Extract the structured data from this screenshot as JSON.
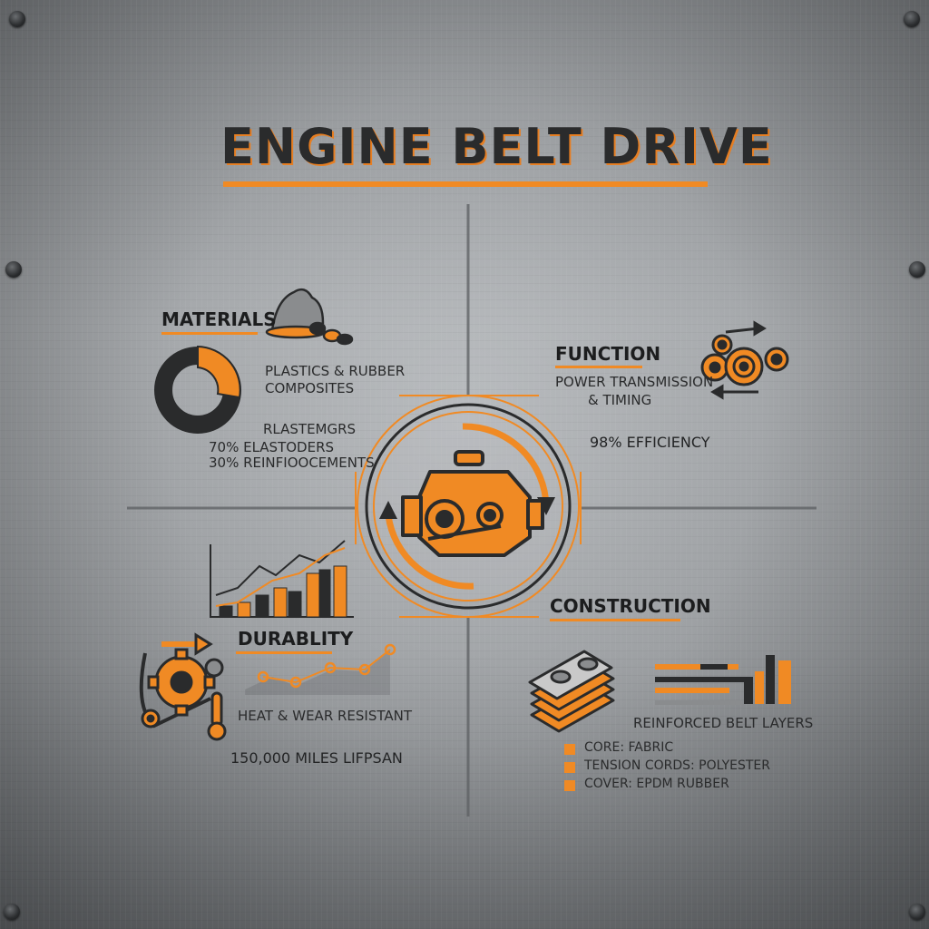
{
  "title": "ENGINE BELT DRIVE",
  "colors": {
    "accent": "#f08a24",
    "dark": "#2a2b2c",
    "metal": "#a9acaf"
  },
  "materials": {
    "heading": "MATERIALS",
    "line1": "PLASTICS & RUBBER",
    "line2": "COMPOSITES",
    "line3": "RLASTEMGRS",
    "line4": "70% ELASTODERS",
    "line5": "30% REINFIOOCEMENTS",
    "donut": {
      "orange_fraction": 0.3,
      "dark_fraction": 0.7
    }
  },
  "function": {
    "heading": "FUNCTION",
    "line1": "POWER TRANSMISSION",
    "line2": "& TIMING",
    "efficiency": "98% EFFICIENCY"
  },
  "durability": {
    "heading": "DURABLITY",
    "line1": "HEAT & WEAR RESISTANT",
    "lifespan": "150,000 MILES LIFPSAN"
  },
  "construction": {
    "heading": "CONSTRUCTION",
    "caption": "REINFORCED BELT LAYERS",
    "layers": [
      "CORE: FABRIC",
      "TENSION CORDS: POLYESTER",
      "COVER: EPDM RUBBER"
    ]
  },
  "icons": [
    "engine-icon",
    "rubber-pile-icon",
    "pulley-icon",
    "gear-icon",
    "thermometer-icon",
    "belt-layers-icon",
    "bar-chart-icon",
    "line-chart-icon"
  ]
}
